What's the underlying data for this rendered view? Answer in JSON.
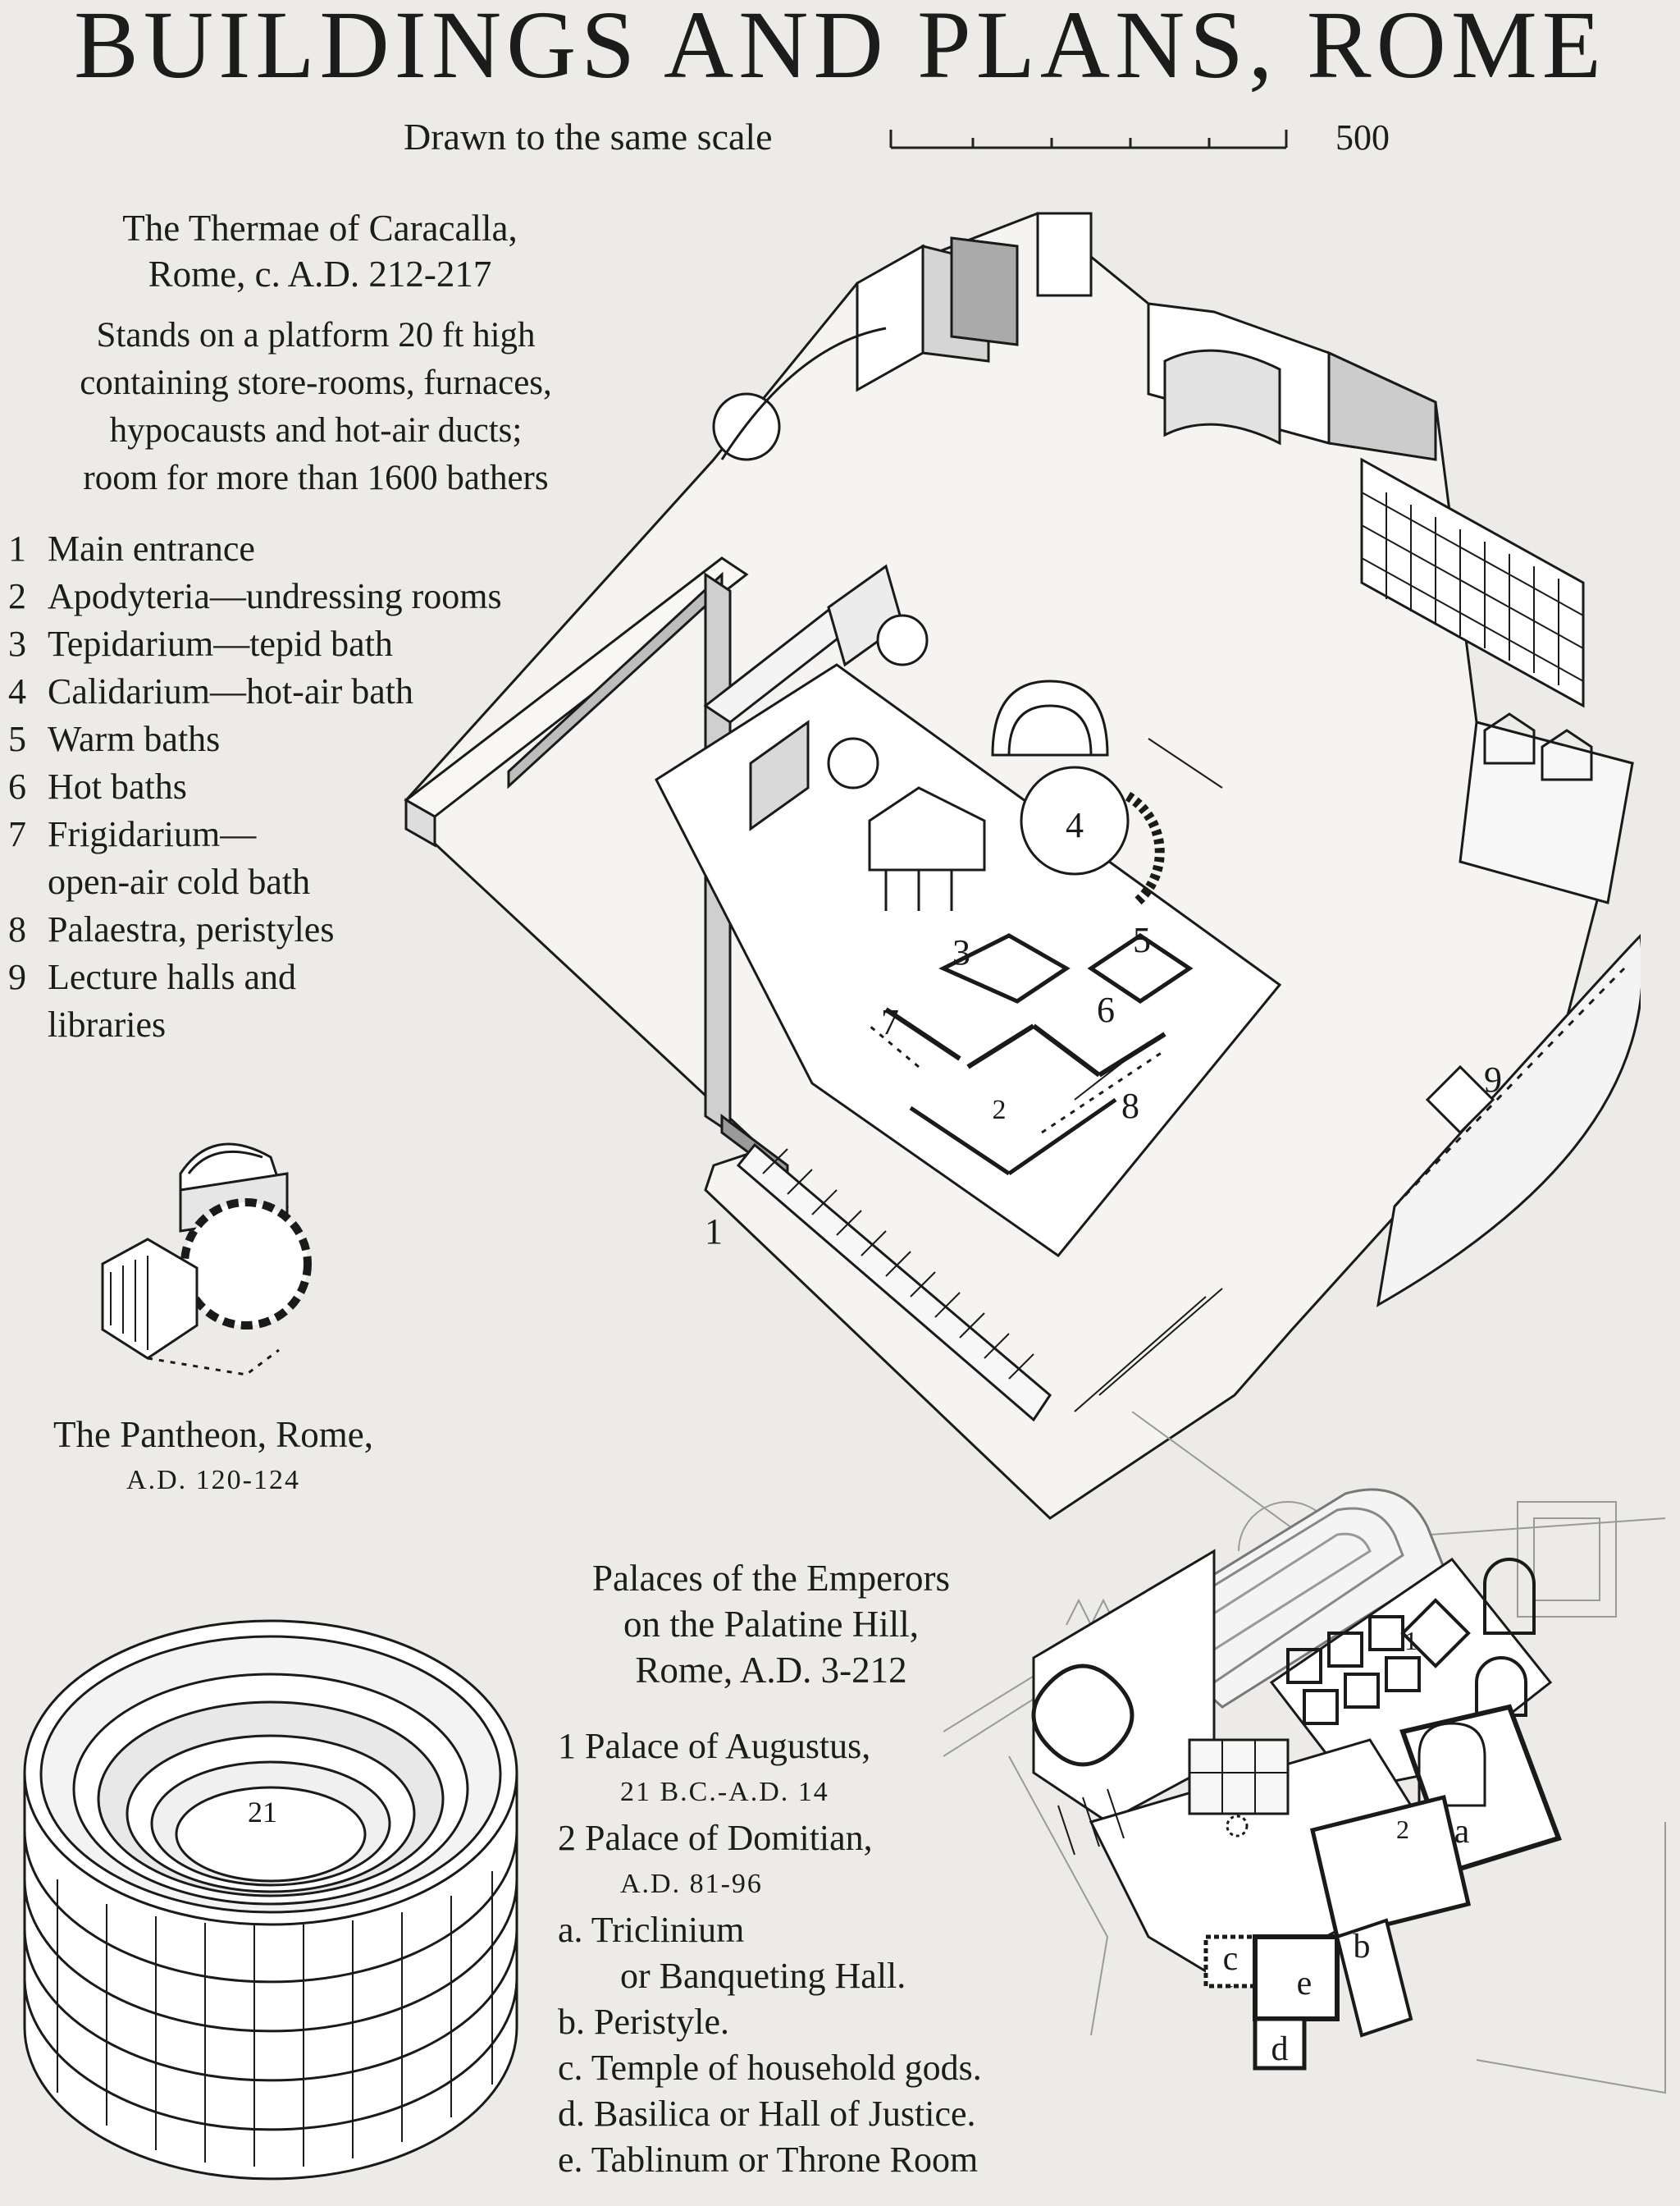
{
  "title": "BUILDINGS AND PLANS, ROME",
  "scale": {
    "label": "Drawn to the same scale",
    "value": "500"
  },
  "thermae": {
    "title_line1": "The Thermae of Caracalla,",
    "title_line2": "Rome, c. A.D. 212-217",
    "description": [
      "Stands on a platform 20 ft high",
      "containing store-rooms, furnaces,",
      "hypocausts and hot-air ducts;",
      "room for more than 1600 bathers"
    ],
    "key": [
      {
        "num": "1",
        "text": "Main entrance"
      },
      {
        "num": "2",
        "text": "Apodyteria—undressing rooms"
      },
      {
        "num": "3",
        "text": "Tepidarium—tepid bath"
      },
      {
        "num": "4",
        "text": "Calidarium—hot-air bath"
      },
      {
        "num": "5",
        "text": "Warm baths"
      },
      {
        "num": "6",
        "text": "Hot baths"
      },
      {
        "num": "7",
        "text": "Frigidarium—"
      },
      {
        "num": "",
        "text": "open-air cold bath"
      },
      {
        "num": "8",
        "text": "Palaestra, peristyles"
      },
      {
        "num": "9",
        "text": "Lecture halls and"
      },
      {
        "num": "",
        "text": "libraries"
      }
    ],
    "plan_labels": [
      "1",
      "2",
      "3",
      "4",
      "5",
      "6",
      "7",
      "8",
      "9"
    ]
  },
  "pantheon": {
    "caption_line1": "The Pantheon, Rome,",
    "caption_line2": "A.D. 120-124"
  },
  "colosseum": {
    "label": "21"
  },
  "palatine": {
    "title": [
      "Palaces of the Emperors",
      "on the Palatine Hill,",
      "Rome, A.D. 3-212"
    ],
    "key": [
      {
        "text": "1  Palace of Augustus,",
        "indent": false
      },
      {
        "text": "21 B.C.-A.D. 14",
        "indent": true
      },
      {
        "text": "2  Palace of Domitian,",
        "indent": false
      },
      {
        "text": "A.D. 81-96",
        "indent": true
      },
      {
        "text": "a.  Triclinium",
        "indent": false
      },
      {
        "text": "or Banqueting Hall.",
        "indent": true
      },
      {
        "text": "b.  Peristyle.",
        "indent": false
      },
      {
        "text": "c.  Temple of household gods.",
        "indent": false
      },
      {
        "text": "d.  Basilica or Hall of Justice.",
        "indent": false
      },
      {
        "text": "e.  Tablinum or Throne Room",
        "indent": false
      }
    ],
    "plan_labels": [
      "1",
      "2",
      "a",
      "b",
      "c",
      "d",
      "e"
    ]
  }
}
